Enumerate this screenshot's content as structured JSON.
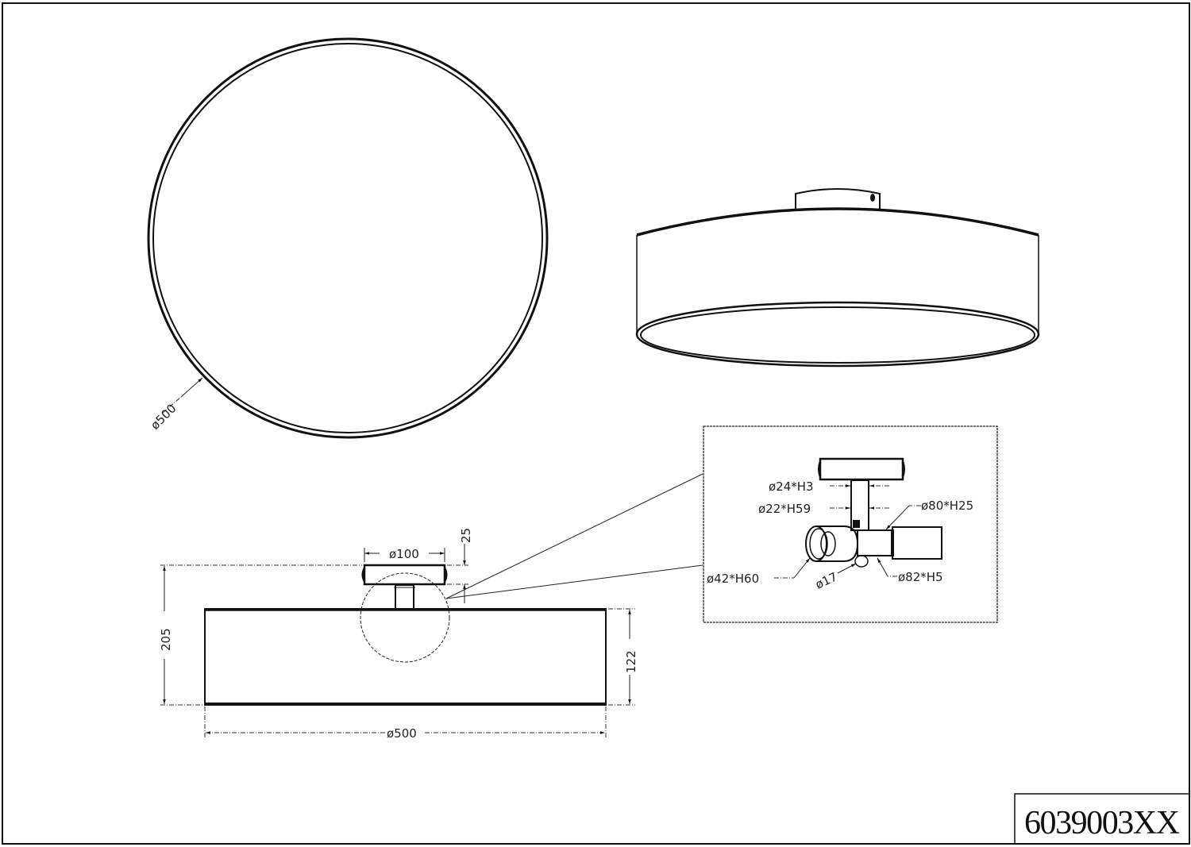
{
  "drawing": {
    "product_code": "6039003XX",
    "top_view": {
      "label": "ø500"
    },
    "side_view": {
      "canopy_diameter": "ø100",
      "canopy_height": "25",
      "total_height": "205",
      "shade_height": "122",
      "shade_diameter": "ø500"
    },
    "detail_view": {
      "labels": {
        "a": "ø24*H3",
        "b": "ø22*H59",
        "c": "ø80*H25",
        "d": "ø42*H60",
        "e": "ø17",
        "f": "ø82*H5"
      }
    }
  }
}
